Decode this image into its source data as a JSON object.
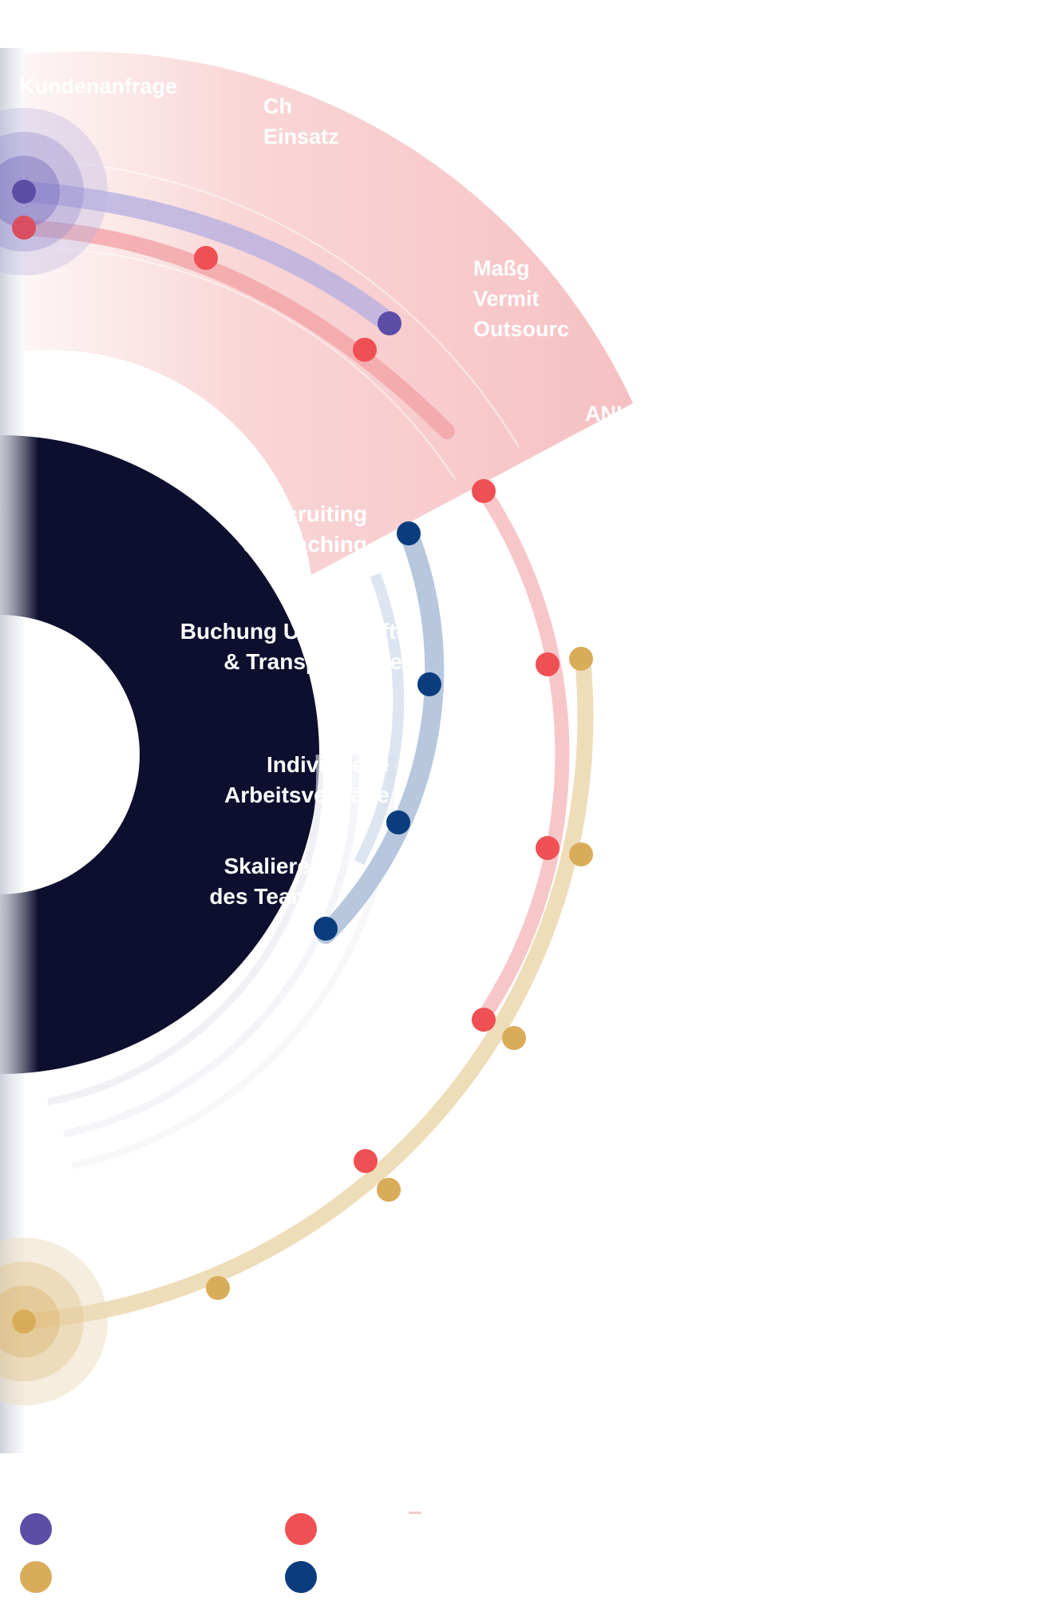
{
  "diagram": {
    "labels": {
      "customer_request": "Kundenanfrage",
      "chance_line1": "Ch",
      "chance_line2": "Einsatz",
      "tailored_line1": "Maßg",
      "tailored_line2": "Vermit",
      "tailored_line3": "Outsourc",
      "ank": "ANK",
      "recruiting_line1": "Recruiting",
      "recruiting_line2": "& Coaching",
      "booking_line1": "Buchung Unterkünfte",
      "booking_line2": "& Transportmittel",
      "contracts_line1": "Individuelle",
      "contracts_line2": "Arbeitsverträge",
      "scaling_line1": "Skalieren",
      "scaling_line2": "des Teams"
    },
    "colors": {
      "navy": "#0e0f2e",
      "coral": "#ef5053",
      "coral_light": "#f7c3c4",
      "purple": "#5c4ea7",
      "gold": "#d9ac5a",
      "blue": "#0b3d7e",
      "blue_light": "#a9bdd8"
    },
    "legend": [
      {
        "color_key": "purple",
        "label": ""
      },
      {
        "color_key": "coral",
        "label": ""
      },
      {
        "color_key": "gold",
        "label": ""
      },
      {
        "color_key": "blue",
        "label": ""
      }
    ]
  }
}
